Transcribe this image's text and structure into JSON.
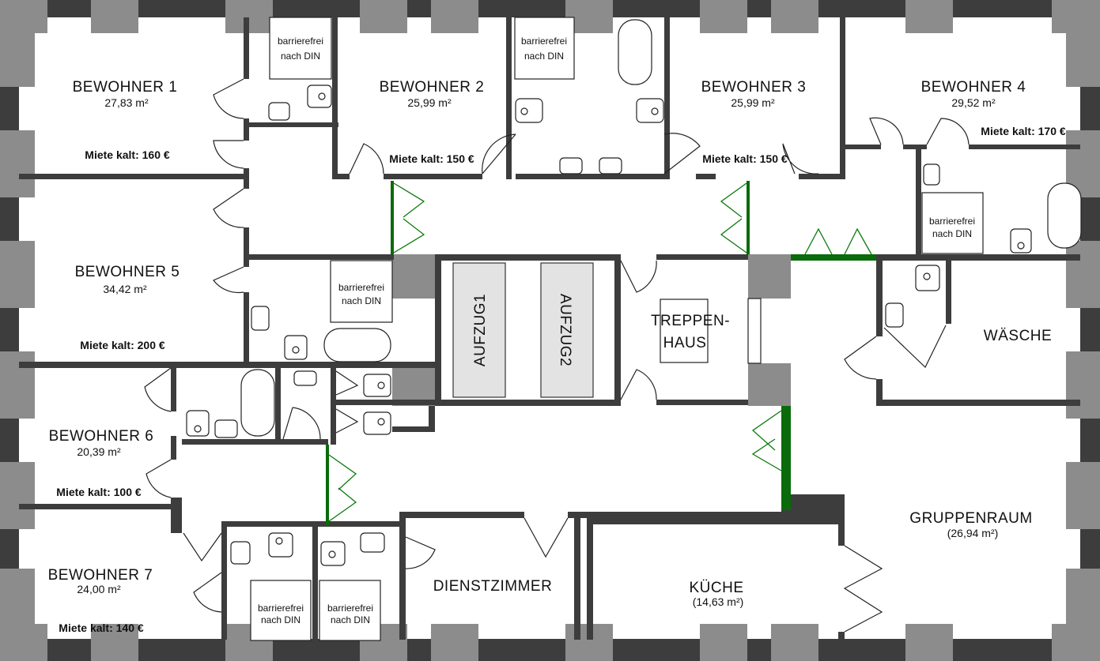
{
  "rooms": {
    "r1": {
      "name": "BEWOHNER 1",
      "area": "27,83 m²",
      "rent": "Miete kalt: 160 €"
    },
    "r2": {
      "name": "BEWOHNER 2",
      "area": "25,99 m²",
      "rent": "Miete kalt: 150 €"
    },
    "r3": {
      "name": "BEWOHNER 3",
      "area": "25,99 m²",
      "rent": "Miete kalt: 150 €"
    },
    "r4": {
      "name": "BEWOHNER 4",
      "area": "29,52 m²",
      "rent": "Miete kalt: 170 €"
    },
    "r5": {
      "name": "BEWOHNER 5",
      "area": "34,42 m²",
      "rent": "Miete kalt: 200 €"
    },
    "r6": {
      "name": "BEWOHNER 6",
      "area": "20,39 m²",
      "rent": "Miete kalt: 100 €"
    },
    "r7": {
      "name": "BEWOHNER 7",
      "area": "24,00 m²",
      "rent": "Miete kalt: 140 €"
    }
  },
  "common": {
    "lift1": "AUFZUG1",
    "lift2": "AUFZUG2",
    "stairs_line1": "TREPPEN-",
    "stairs_line2": "HAUS",
    "laundry": "WÄSCHE",
    "group_room": "GRUPPENRAUM",
    "group_room_area": "(26,94 m²)",
    "kitchen": "KÜCHE",
    "kitchen_area": "(14,63 m²)",
    "staff_room": "DIENSTZIMMER"
  },
  "bathroom_label": {
    "line1": "barrierefrei",
    "line2": "nach DIN"
  },
  "colors": {
    "wall": "#3d3d3d",
    "pillar": "#8c8c8c",
    "fire_door": "#0a6b0a",
    "lift": "#e3e3e3"
  }
}
